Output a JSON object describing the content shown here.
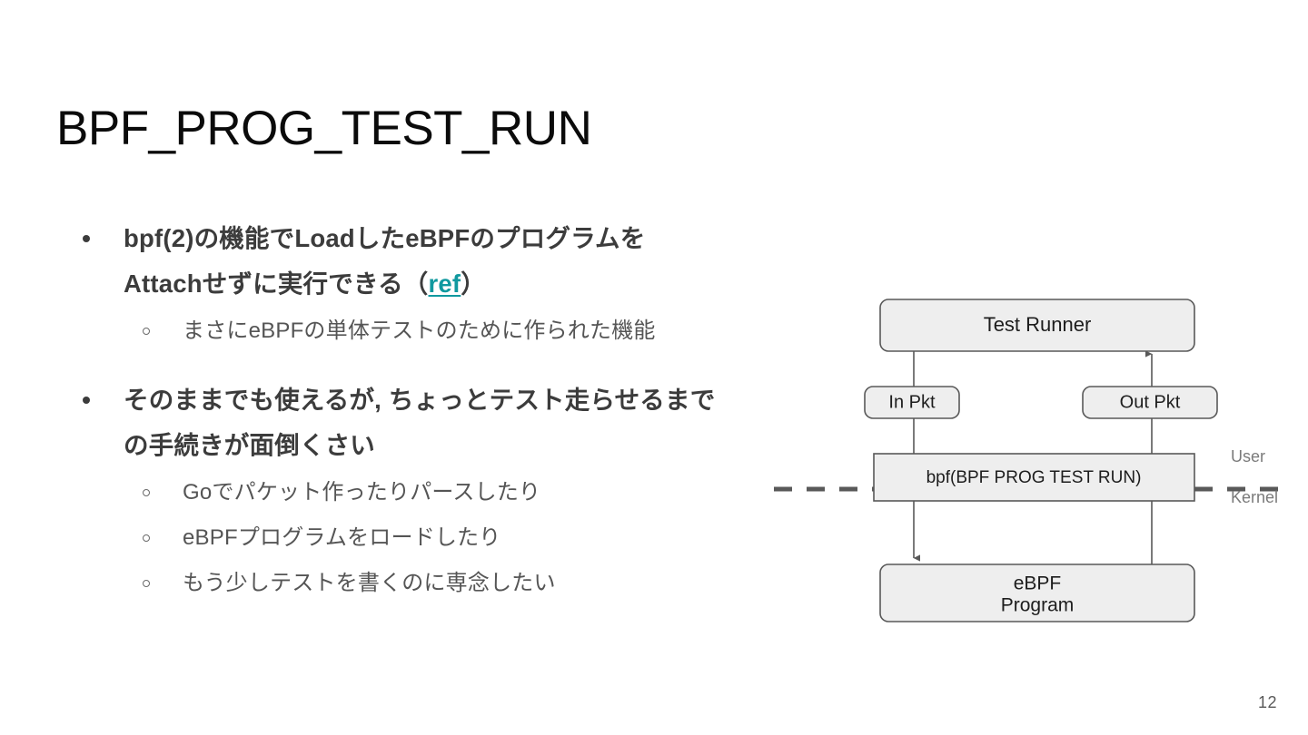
{
  "slide": {
    "title": "BPF_PROG_TEST_RUN",
    "page_number": "12",
    "background_color": "#ffffff",
    "title_color": "#0b0b0b",
    "body_color": "#3c3c3c",
    "sub_body_color": "#555555",
    "link_color": "#10999f"
  },
  "body": {
    "bullets": [
      {
        "level": 1,
        "marker": "filled-dot",
        "text_before_link": "bpf(2)の機能でLoadしたeBPFのプログラムをAttachせずに実行できる（",
        "link_text": "ref",
        "text_after_link": "）"
      },
      {
        "level": 2,
        "marker": "hollow-circle",
        "text": "まさにeBPFの単体テストのために作られた機能"
      },
      {
        "level": 1,
        "marker": "filled-dot",
        "text": "そのままでも使えるが, ちょっとテスト走らせるまでの手続きが面倒くさい"
      },
      {
        "level": 2,
        "marker": "hollow-circle",
        "text": "Goでパケット作ったりパースしたり"
      },
      {
        "level": 2,
        "marker": "hollow-circle",
        "text": "eBPFプログラムをロードしたり"
      },
      {
        "level": 2,
        "marker": "hollow-circle",
        "text": "もう少しテストを書くのに専念したい"
      }
    ]
  },
  "diagram": {
    "boxes": {
      "test_runner": "Test Runner",
      "in_pkt": "In Pkt",
      "out_pkt": "Out Pkt",
      "syscall": "bpf(BPF PROG TEST RUN)",
      "ebpf_program_line1": "eBPF",
      "ebpf_program_line2": "Program"
    },
    "labels": {
      "user": "User",
      "kernel": "Kernel"
    },
    "colors": {
      "box_fill": "#eeeeee",
      "box_stroke": "#595959",
      "arrow": "#595959",
      "boundary_dashed": "#595959",
      "label_text": "#7b7b7b"
    }
  }
}
